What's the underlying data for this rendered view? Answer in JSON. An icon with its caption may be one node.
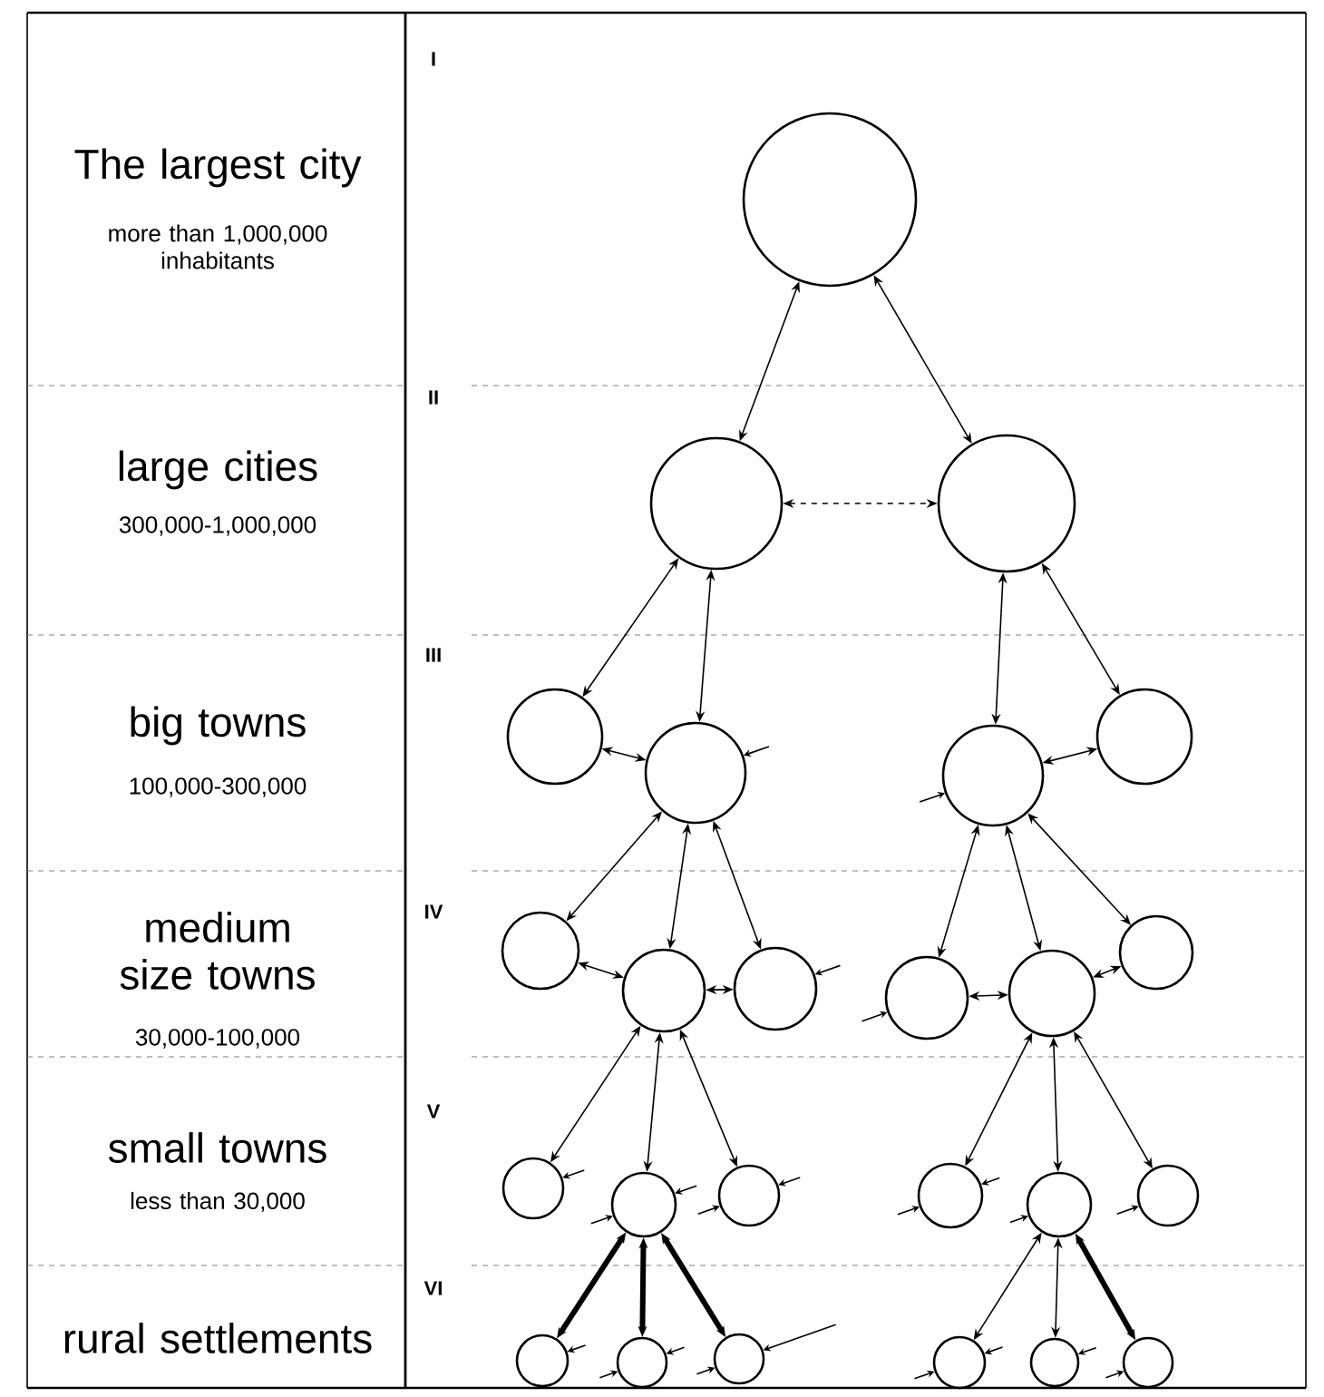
{
  "diagram": {
    "nodes": [
      {
        "text": [],
        "shape": "circle"
      },
      {
        "text": [],
        "shape": "circle"
      },
      {
        "text": [],
        "shape": "circle"
      },
      {
        "text": [],
        "shape": "circle"
      },
      {
        "text": [],
        "shape": "circle"
      },
      {
        "text": [],
        "shape": "circle"
      },
      {
        "text": [],
        "shape": "circle"
      },
      {
        "text": [],
        "shape": "circle"
      },
      {
        "text": [],
        "shape": "circle"
      },
      {
        "text": [],
        "shape": "circle"
      },
      {
        "text": [],
        "shape": "circle"
      },
      {
        "text": [],
        "shape": "circle"
      },
      {
        "text": [],
        "shape": "circle"
      },
      {
        "text": [],
        "shape": "circle"
      },
      {
        "text": [],
        "shape": "circle"
      },
      {
        "text": [],
        "shape": "circle"
      },
      {
        "text": [],
        "shape": "circle"
      },
      {
        "text": [],
        "shape": "circle"
      },
      {
        "text": [],
        "shape": "circle"
      },
      {
        "text": [],
        "shape": "circle"
      },
      {
        "text": [],
        "shape": "circle"
      },
      {
        "text": [],
        "shape": "circle"
      },
      {
        "text": [],
        "shape": "circle"
      },
      {
        "text": [],
        "shape": "circle"
      },
      {
        "text": [],
        "shape": "circle"
      }
    ],
    "edges": [
      {
        "from": 0,
        "to": 1,
        "arrow": "both"
      },
      {
        "from": 0,
        "to": 2,
        "arrow": "both"
      },
      {
        "from": 1,
        "to": 2,
        "arrow": "both",
        "style": "dashed"
      },
      {
        "from": 1,
        "to": 3,
        "arrow": "both"
      },
      {
        "from": 1,
        "to": 4,
        "arrow": "both"
      },
      {
        "from": 2,
        "to": 5,
        "arrow": "both"
      },
      {
        "from": 2,
        "to": 6,
        "arrow": "both"
      },
      {
        "from": 3,
        "to": 4,
        "arrow": "both"
      },
      {
        "from": 5,
        "to": 6,
        "arrow": "both"
      },
      {
        "from": null,
        "to": 4,
        "arrow": "to"
      },
      {
        "from": null,
        "to": 5,
        "arrow": "to"
      },
      {
        "from": 4,
        "to": 7,
        "arrow": "both"
      },
      {
        "from": 4,
        "to": 8,
        "arrow": "both"
      },
      {
        "from": 4,
        "to": 9,
        "arrow": "both"
      },
      {
        "from": 5,
        "to": 10,
        "arrow": "both"
      },
      {
        "from": 5,
        "to": 11,
        "arrow": "both"
      },
      {
        "from": 5,
        "to": 12,
        "arrow": "both"
      },
      {
        "from": 7,
        "to": 8,
        "arrow": "both"
      },
      {
        "from": 8,
        "to": 9,
        "arrow": "both"
      },
      {
        "from": 10,
        "to": 11,
        "arrow": "both"
      },
      {
        "from": 11,
        "to": 12,
        "arrow": "both"
      },
      {
        "from": null,
        "to": 9,
        "arrow": "to"
      },
      {
        "from": null,
        "to": 10,
        "arrow": "to"
      },
      {
        "from": 8,
        "to": 13,
        "arrow": "both"
      },
      {
        "from": 8,
        "to": 14,
        "arrow": "both"
      },
      {
        "from": 8,
        "to": 15,
        "arrow": "both"
      },
      {
        "from": 11,
        "to": 16,
        "arrow": "both"
      },
      {
        "from": 11,
        "to": 17,
        "arrow": "both"
      },
      {
        "from": 11,
        "to": 18,
        "arrow": "both"
      },
      {
        "from": null,
        "to": 13,
        "arrow": "to"
      },
      {
        "from": null,
        "to": 14,
        "arrow": "to"
      },
      {
        "from": null,
        "to": 14,
        "arrow": "to"
      },
      {
        "from": null,
        "to": 15,
        "arrow": "to"
      },
      {
        "from": null,
        "to": 15,
        "arrow": "to"
      },
      {
        "from": null,
        "to": 16,
        "arrow": "to"
      },
      {
        "from": null,
        "to": 16,
        "arrow": "to"
      },
      {
        "from": null,
        "to": 17,
        "arrow": "to"
      },
      {
        "from": null,
        "to": 18,
        "arrow": "to"
      },
      {
        "from": 14,
        "to": 19,
        "arrow": "both",
        "style": "thick"
      },
      {
        "from": 14,
        "to": 20,
        "arrow": "both",
        "style": "thick"
      },
      {
        "from": 14,
        "to": 21,
        "arrow": "both",
        "style": "thick"
      },
      {
        "from": 17,
        "to": 22,
        "arrow": "both"
      },
      {
        "from": 17,
        "to": 23,
        "arrow": "both"
      },
      {
        "from": 17,
        "to": 24,
        "arrow": "both",
        "style": "thick"
      },
      {
        "from": null,
        "to": 19,
        "arrow": "to"
      },
      {
        "from": null,
        "to": 20,
        "arrow": "to"
      },
      {
        "from": null,
        "to": 20,
        "arrow": "to"
      },
      {
        "from": null,
        "to": 21,
        "arrow": "to"
      },
      {
        "from": null,
        "to": 21,
        "arrow": "to"
      },
      {
        "from": null,
        "to": 22,
        "arrow": "to"
      },
      {
        "from": null,
        "to": 22,
        "arrow": "to"
      },
      {
        "from": null,
        "to": 23,
        "arrow": "to"
      },
      {
        "from": null,
        "to": 24,
        "arrow": "to"
      }
    ],
    "labels": [
      "The largest city",
      "more than 1,000,000 inhabitants",
      "I",
      "large cities",
      "300,000-1,000,000",
      "II",
      "big towns",
      "100,000-300,000",
      "III",
      "medium size towns",
      "30,000-100,000",
      "IV",
      "small towns",
      "less than 30,000",
      "V",
      "rural settlements",
      "VI"
    ]
  }
}
